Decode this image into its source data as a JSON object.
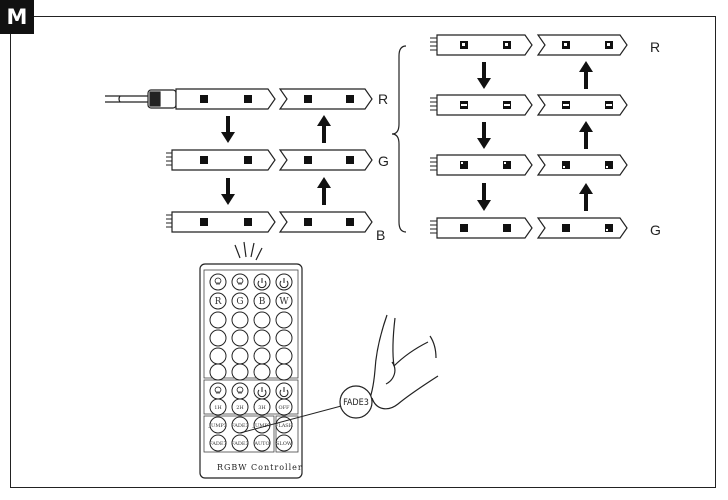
{
  "figure": {
    "badge": "M",
    "left_chain_labels": [
      "R",
      "G",
      "B"
    ],
    "right_chain_labels": [
      "R",
      "G"
    ]
  },
  "remote": {
    "title": "RGBW Controller",
    "color_buttons": [
      "R",
      "G",
      "B",
      "W"
    ],
    "timer_buttons": [
      "1H",
      "2H",
      "3H",
      "OFF"
    ],
    "mode_row_1": [
      "JUMP3",
      "FADE3",
      "JUMP7",
      "FLASH"
    ],
    "mode_row_2": [
      "FADE7",
      "FADE3",
      "AUTO",
      "SLOW"
    ],
    "callout": "FADE3"
  },
  "colors": {
    "line": "#222222",
    "badge_bg": "#111111",
    "background": "#ffffff"
  }
}
